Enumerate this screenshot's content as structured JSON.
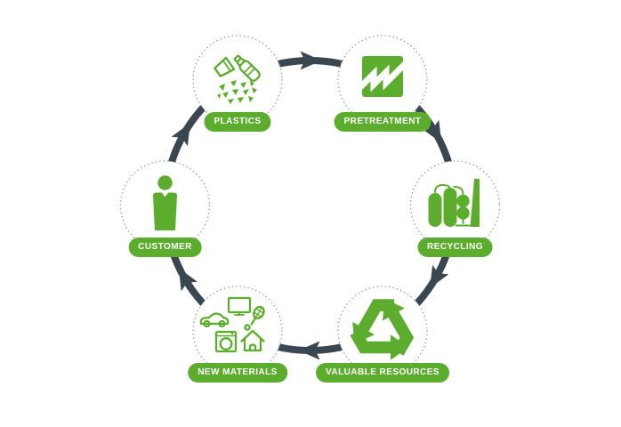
{
  "diagram": {
    "kind": "closed-loop-recycling-cycle",
    "direction": "clockwise",
    "nodes": [
      {
        "label": "PLASTICS",
        "icon": "plastic-waste-icon"
      },
      {
        "label": "PRETREATMENT",
        "icon": "factory-shredder-icon"
      },
      {
        "label": "RECYCLING",
        "icon": "recycling-plant-icon"
      },
      {
        "label": "VALUABLE RESOURCES",
        "icon": "recycling-arrows-icon"
      },
      {
        "label": "NEW MATERIALS",
        "icon": "products-icon"
      },
      {
        "label": "CUSTOMER",
        "icon": "person-icon"
      }
    ],
    "colors": {
      "accent_green": "#5CAD2E",
      "arrow_dark": "#3A4650",
      "dotted_circle_gray": "#9C9C9C",
      "background": "#FFFFFF",
      "label_text": "#FFFFFF"
    }
  }
}
